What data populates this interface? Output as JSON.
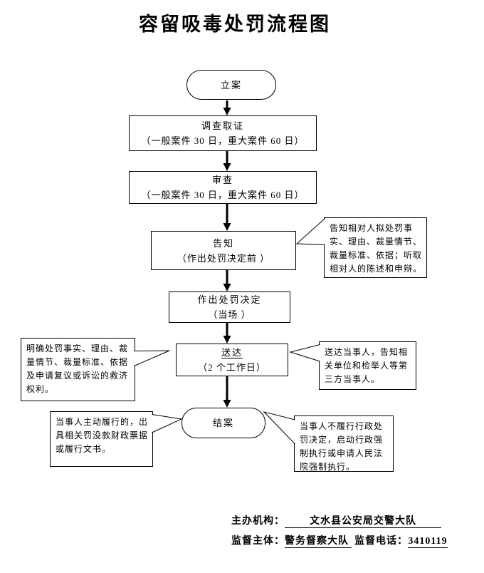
{
  "title": "容留吸毒处罚流程图",
  "nodes": {
    "start": {
      "label": "立案"
    },
    "investigate": {
      "label": "调查取证",
      "sub": "（一般案件 30 日，重大案件 60 日）"
    },
    "review": {
      "label": "审查",
      "sub": "（一般案件 30 日，重大案件 60 日）"
    },
    "notify": {
      "label": "告知",
      "sub": "（作出处罚决定前 ）"
    },
    "decision": {
      "label": "作出处罚决定",
      "sub": "（当场 ）"
    },
    "deliver": {
      "label": "送达",
      "sub": "（2 个工作日）"
    },
    "close": {
      "label": "结案"
    }
  },
  "callouts": {
    "notify_right": "告知相对人拟处罚事实、理由、裁量情节、裁量标准、依据；听取相对人的陈述和申辩。",
    "deliver_left": "明确处罚事实、理由、裁量情节、裁量标准、依据及申请复议或诉讼的救济权利。",
    "deliver_right": "送达当事人，告知相关单位和检举人等第三方当事人。",
    "close_left": "当事人主动履行的，出具相关罚没款财政票据或履行文书。",
    "close_right": "当事人不履行行政处罚决定，启动行政强制执行或申请人民法院强制执行。"
  },
  "footer": {
    "host_label": "主办机构：",
    "host_value": "文水县公安局交警大队",
    "supervisor_label": "监督主体：",
    "supervisor_value": "警务督察大队",
    "phone_label": "监督电话：",
    "phone_value": "3410119"
  },
  "colors": {
    "line": "#000000",
    "background": "#ffffff"
  }
}
